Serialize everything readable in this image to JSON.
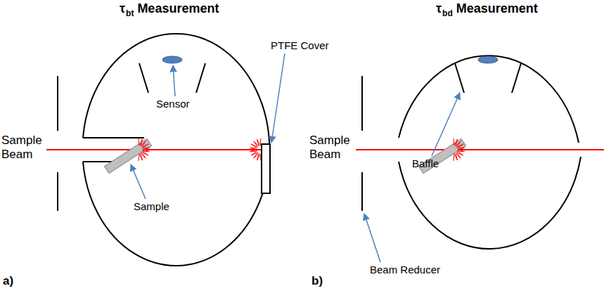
{
  "diagram": {
    "labels": [
      "τ",
      "bt",
      "Measurement",
      "τ",
      "bd",
      "Measurement",
      "Sensor",
      "PTFE Cover",
      "Sample Beam",
      "Sample",
      "Sample Beam",
      "Baffle",
      "Beam Reducer",
      "a)",
      "b)"
    ]
  }
}
